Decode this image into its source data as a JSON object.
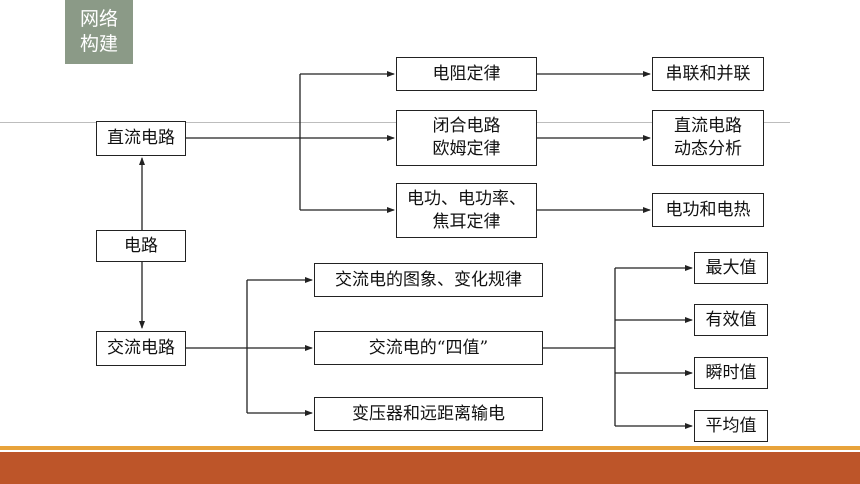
{
  "section_tag": {
    "line1": "网络",
    "line2": "构建"
  },
  "nodes": {
    "direct_current": "直流电路",
    "circuit": "电路",
    "alternating_current": "交流电路",
    "resistance_law": "电阻定律",
    "ohm_law_line1": "闭合电路",
    "ohm_law_line2": "欧姆定律",
    "power_line1": "电功、电功率、",
    "power_line2": "焦耳定律",
    "series_parallel": "串联和并联",
    "dc_analysis_line1": "直流电路",
    "dc_analysis_line2": "动态分析",
    "work_heat": "电功和电热",
    "ac_graph": "交流电的图象、变化规律",
    "ac_four_values": "交流电的“四值”",
    "transformer": "变压器和远距离输电",
    "max_value": "最大值",
    "effective_value": "有效值",
    "instant_value": "瞬时值",
    "average_value": "平均值"
  },
  "colors": {
    "tag_bg": "#8b9a87",
    "footer_orange": "#e8a33a",
    "footer_red": "#bd5529"
  }
}
